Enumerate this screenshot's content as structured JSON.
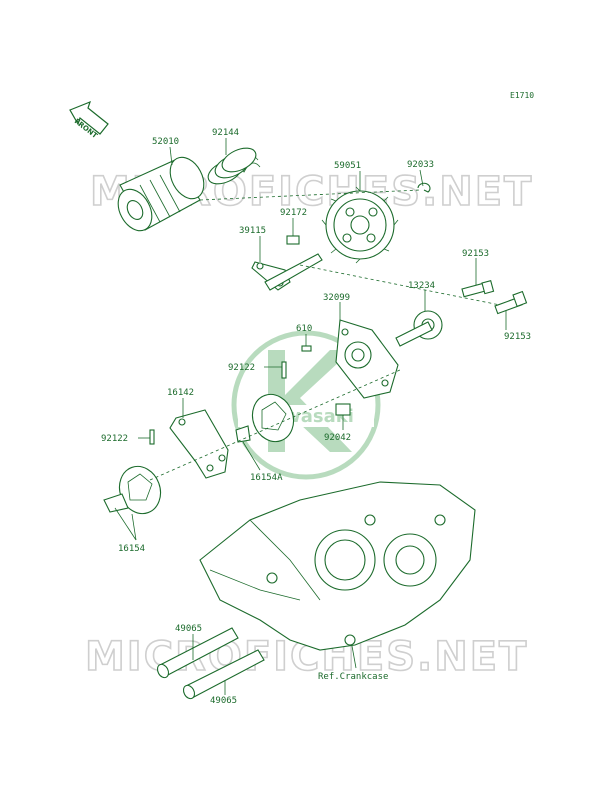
{
  "diagram": {
    "code": "E1710",
    "front_label": "FRONT",
    "watermark": "MICROFICHES.NET",
    "logo_text": "Kawasaki",
    "parts": [
      {
        "id": "52010"
      },
      {
        "id": "92144"
      },
      {
        "id": "59051"
      },
      {
        "id": "92033"
      },
      {
        "id": "92172"
      },
      {
        "id": "39115"
      },
      {
        "id": "92153"
      },
      {
        "id": "13234"
      },
      {
        "id": "32099"
      },
      {
        "id": "92153"
      },
      {
        "id": "610"
      },
      {
        "id": "92122"
      },
      {
        "id": "16142"
      },
      {
        "id": "92042"
      },
      {
        "id": "92122"
      },
      {
        "id": "16154A"
      },
      {
        "id": "16154"
      },
      {
        "id": "49065"
      },
      {
        "id": "49065"
      }
    ],
    "ref_label": "Ref.Crankcase"
  },
  "colors": {
    "line": "#1c6b2c",
    "watermark": "#cfcfcf",
    "logo": "#7fbf8a"
  }
}
